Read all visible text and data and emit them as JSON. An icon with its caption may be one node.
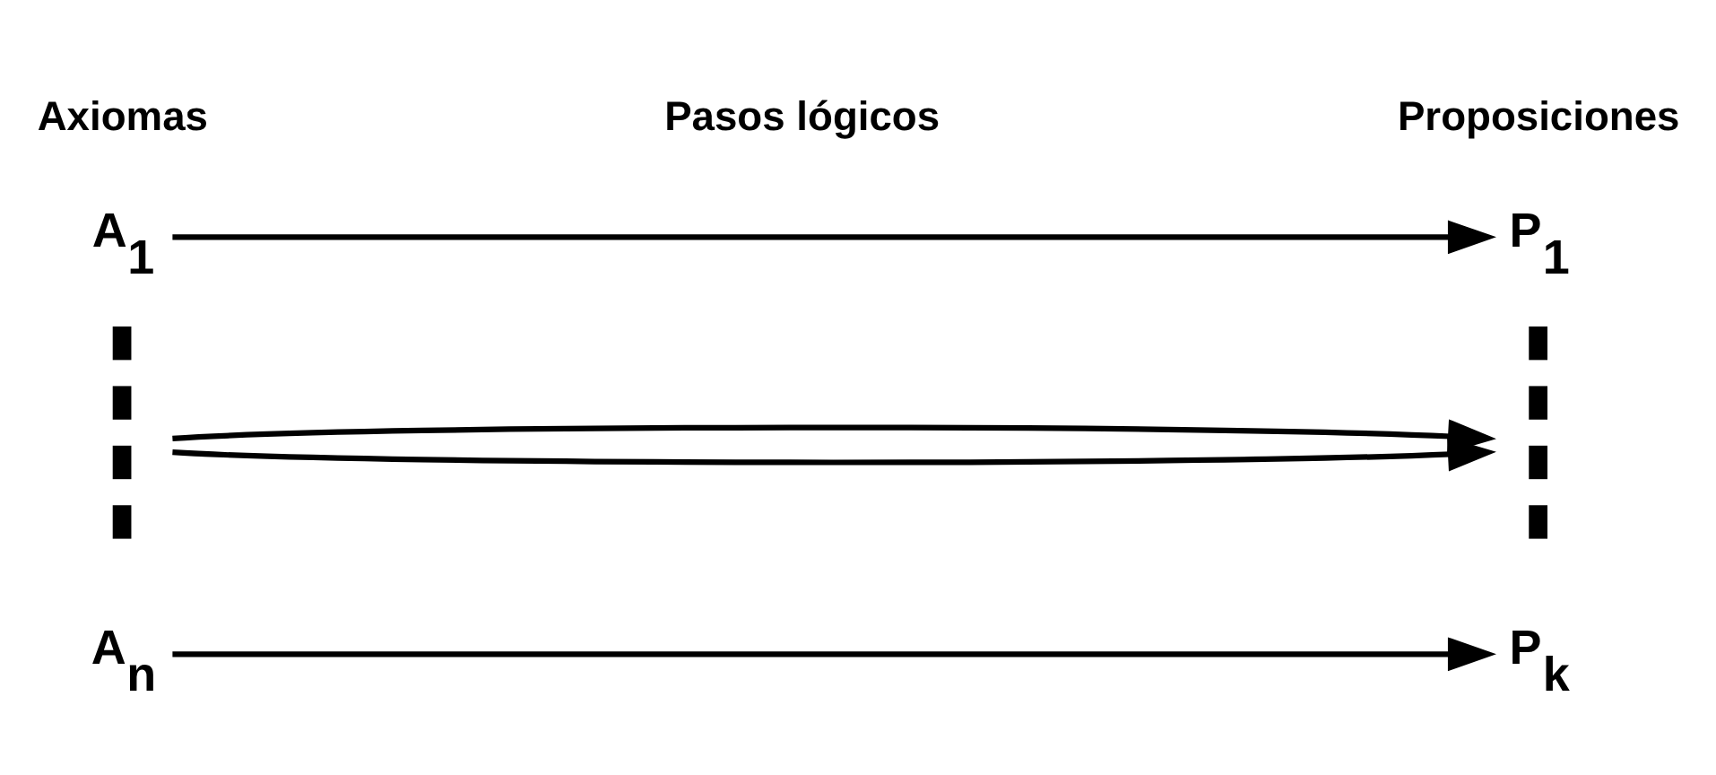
{
  "diagram": {
    "nodes": [
      {
        "text": [
          "A$_{1}$"
        ]
      },
      {
        "text": [],
        "shape": "bar"
      },
      {
        "text": [
          "A$_{n}$"
        ]
      },
      {
        "text": [
          "P$_{1}$"
        ]
      },
      {
        "text": [],
        "shape": "bar"
      },
      {
        "text": [
          "P$_{k}$"
        ]
      }
    ],
    "edges": [
      {
        "from": 0,
        "to": 3,
        "arrow": "to"
      },
      {
        "from": 1,
        "to": 4,
        "arrow": "to"
      },
      {
        "from": 1,
        "to": 4,
        "arrow": "to"
      },
      {
        "from": 2,
        "to": 5,
        "arrow": "to"
      }
    ],
    "labels": [
      "Axiomas",
      "Pasos lógicos",
      "Proposiciones"
    ]
  }
}
